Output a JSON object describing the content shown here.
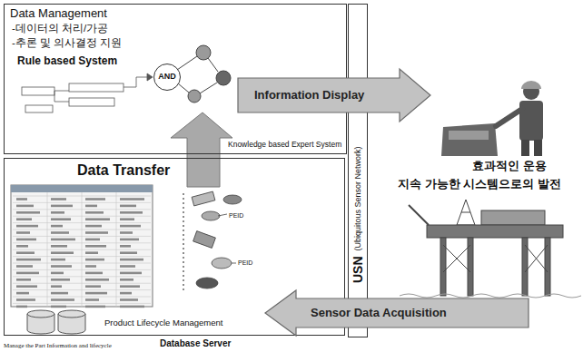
{
  "diagram": {
    "nodes": [
      {
        "text": [
          "Data Management",
          "-데이터의 처리/가공",
          "-추론 및 의사결정 지원",
          "Rule based System",
          "Knowledge based Expert System"
        ]
      },
      {
        "text": [
          "AND"
        ],
        "in": 0
      },
      {
        "text": [
          "Data Transfer",
          "Product Lifecycle Management"
        ]
      },
      {
        "text": [
          "USN",
          "(Ubiquitous Sensor Network)"
        ]
      },
      {
        "text": [
          "Information Display"
        ]
      },
      {
        "text": [
          "Sensor Data Acquisition"
        ]
      }
    ],
    "labels": [
      "PEID",
      "PEID",
      "효과적인 운용",
      "지속 가능한 시스템으로의 발전",
      "Database Server",
      "Manage the Part Information and lifecycle"
    ]
  }
}
